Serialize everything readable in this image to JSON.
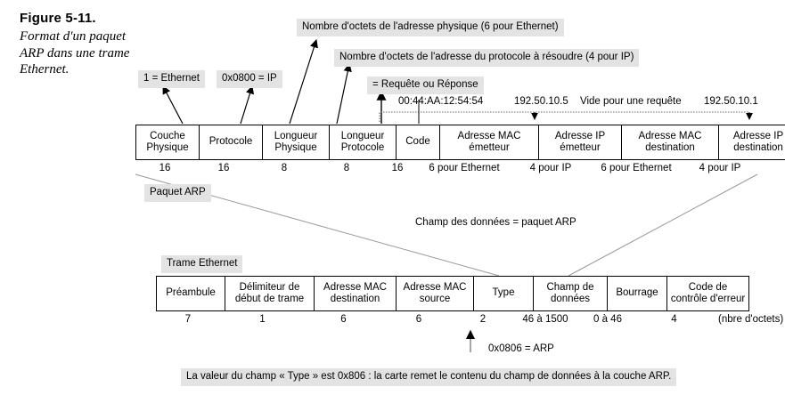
{
  "figure": {
    "number": "Figure 5-11.",
    "description": "Format d'un paquet ARP dans une trame Ethernet."
  },
  "callouts": {
    "hardware_type": "1 = Ethernet",
    "protocol_type": "0x0800 = IP",
    "hlen": "Nombre d'octets de l'adresse physique (6 pour Ethernet)",
    "plen": "Nombre d'octets de l'adresse du protocole à résoudre (4 pour IP)",
    "opcode": "= Requête  ou Réponse",
    "packet_label": "Paquet ARP",
    "frame_label": "Trame Ethernet",
    "data_field": "Champ des données = paquet ARP",
    "type_value": "0x0806 = ARP",
    "bottom_note": "La valeur du champ « Type » est 0x806 : la carte remet le contenu du champ de données à la couche ARP."
  },
  "arp_values": {
    "sender_mac": "00:44:AA:12:54:54",
    "sender_ip": "192.50.10.5",
    "target_mac": "Vide pour une requête",
    "target_ip": "192.50.10.1"
  },
  "arp_packet": {
    "fields": [
      {
        "name": "Couche Physique",
        "size": "16"
      },
      {
        "name": "Protocole",
        "size": "16"
      },
      {
        "name": "Longueur Physique",
        "size": "8"
      },
      {
        "name": "Longueur Protocole",
        "size": "8"
      },
      {
        "name": "Code",
        "size": "16"
      },
      {
        "name": "Adresse  MAC émetteur",
        "size": "6 pour Ethernet"
      },
      {
        "name": "Adresse IP émetteur",
        "size": "4 pour IP"
      },
      {
        "name": "Adresse  MAC destination",
        "size": "6 pour Ethernet"
      },
      {
        "name": "Adresse IP destination",
        "size": "4 pour IP"
      }
    ]
  },
  "ethernet_frame": {
    "fields": [
      {
        "name": "Préambule",
        "size": "7"
      },
      {
        "name": "Délimiteur de début de trame",
        "size": "1"
      },
      {
        "name": "Adresse MAC destination",
        "size": "6"
      },
      {
        "name": "Adresse MAC source",
        "size": "6"
      },
      {
        "name": "Type",
        "size": "2"
      },
      {
        "name": "Champ de données",
        "size": "46 à 1500"
      },
      {
        "name": "Bourrage",
        "size": "0 à 46"
      },
      {
        "name": "Code de contrôle d'erreur",
        "size": "4"
      }
    ],
    "unit_note": "(nbre d'octets)"
  }
}
